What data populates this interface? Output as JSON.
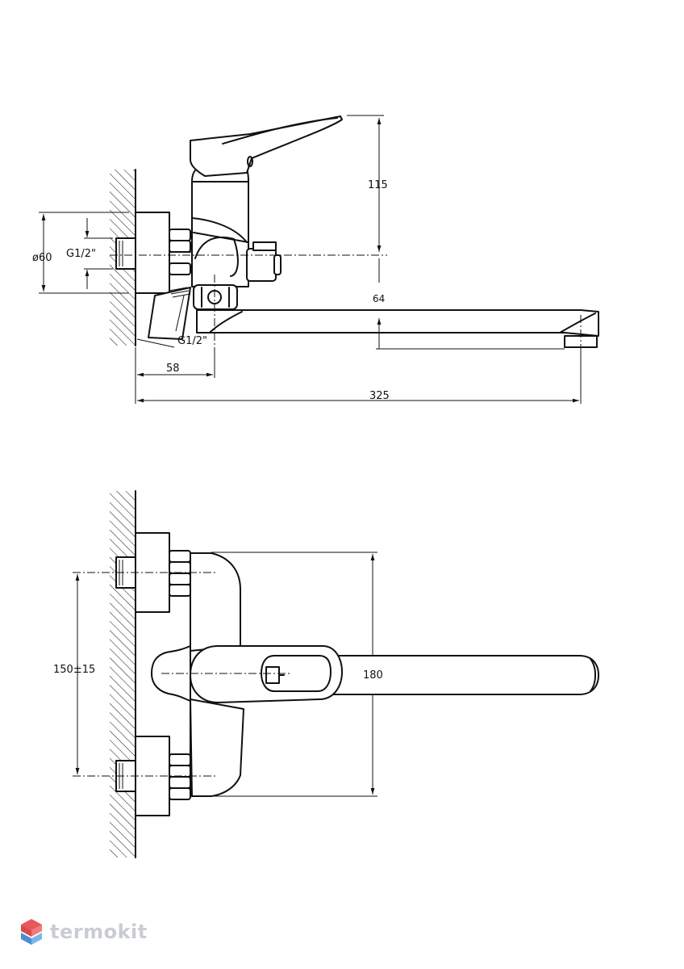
{
  "side_view": {
    "dim_height_handle": "115",
    "dim_spout_height": "64",
    "dim_diameter": "ø60",
    "dim_thread_inlet": "G1/2\"",
    "dim_thread_outlet": "G1/2\"",
    "dim_wall_offset": "58",
    "dim_total_reach": "325"
  },
  "front_view": {
    "dim_inlet_spacing": "150±15",
    "dim_body_height": "180"
  },
  "brand": {
    "name": "termokit",
    "logo_colors": [
      "#e8585a",
      "#5aa0e0",
      "#c9ccd1"
    ]
  }
}
